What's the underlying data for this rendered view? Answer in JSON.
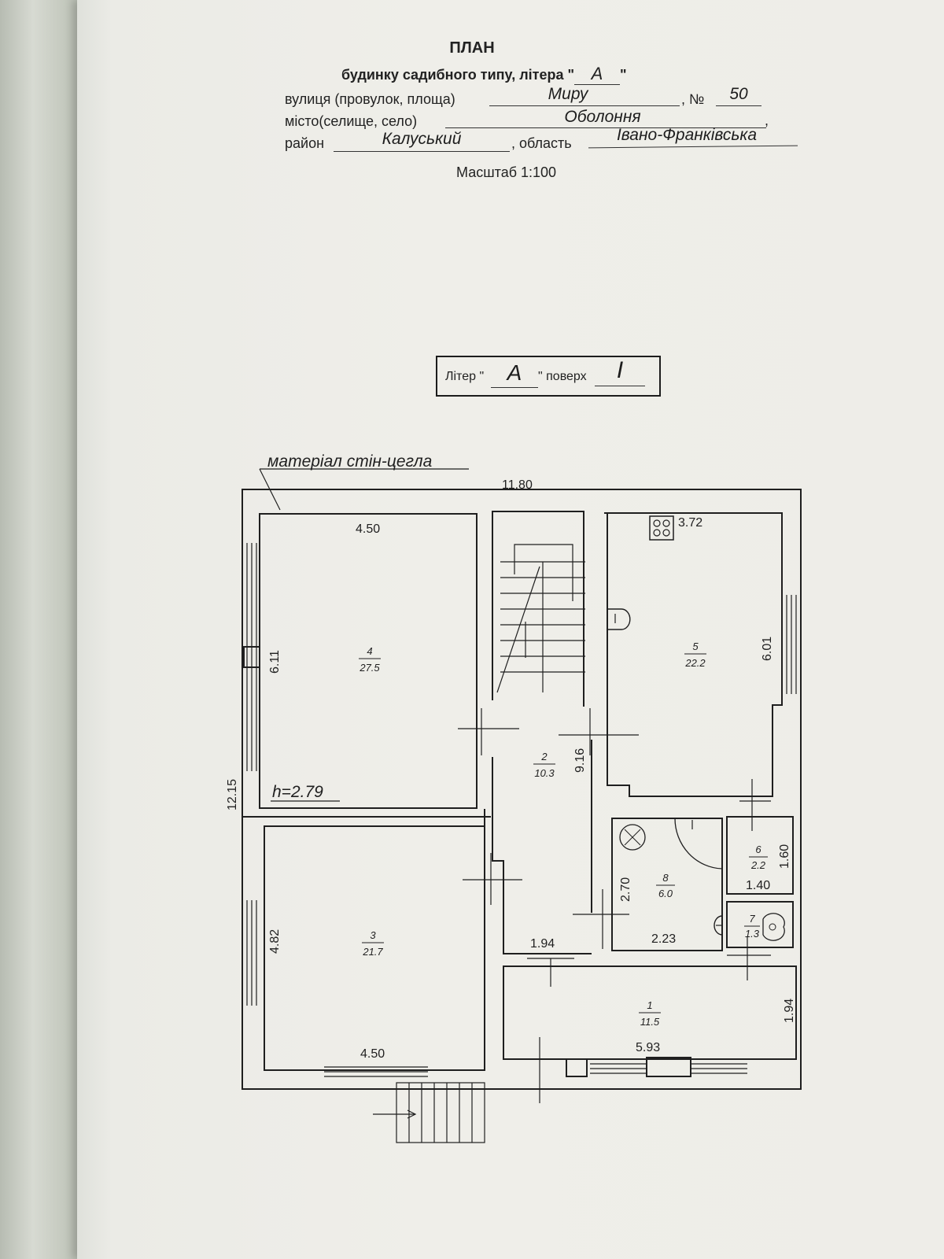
{
  "header": {
    "title": "ПЛАН",
    "subtitle_prefix": "будинку садибного типу, літера \"",
    "litera": "А",
    "subtitle_suffix": "\"",
    "street_label": "вулиця (провулок, площа)",
    "street_value": "Миру",
    "number_label": ", №",
    "number_value": "50",
    "city_label": "місто(селище, село)",
    "city_value": "Оболоння",
    "city_comma": ",",
    "district_label": "район",
    "district_value": "Калуський",
    "region_label": ", область",
    "region_value": "Івано-Франківська",
    "scale": "Масштаб  1:100"
  },
  "floor_box": {
    "litera_label": "Літер \"",
    "litera_value": "А",
    "floor_label": "\"  поверх",
    "floor_value": "І"
  },
  "plan": {
    "wall_material": "матеріал стін-цегла",
    "height": "h=2.79",
    "dimensions": {
      "total_width": "11.80",
      "total_height": "12.15",
      "room4_width": "4.50",
      "room4_height": "6.11",
      "room3_width": "4.50",
      "room3_height": "4.82",
      "hall_height": "9.16",
      "hall_width": "1.94",
      "room5_width": "3.72",
      "room5_height": "6.01",
      "room8_width": "2.23",
      "room8_height": "2.70",
      "room6_width": "1.40",
      "room6_height": "1.60",
      "room1_width": "5.93",
      "room1_height": "1.94"
    },
    "rooms": [
      {
        "id": "room-1",
        "number": "1",
        "area": "11.5"
      },
      {
        "id": "room-2",
        "number": "2",
        "area": "10.3"
      },
      {
        "id": "room-3",
        "number": "3",
        "area": "21.7"
      },
      {
        "id": "room-4",
        "number": "4",
        "area": "27.5"
      },
      {
        "id": "room-5",
        "number": "5",
        "area": "22.2"
      },
      {
        "id": "room-6",
        "number": "6",
        "area": "2.2"
      },
      {
        "id": "room-7",
        "number": "7",
        "area": "1.3"
      },
      {
        "id": "room-8",
        "number": "8",
        "area": "6.0"
      }
    ]
  }
}
